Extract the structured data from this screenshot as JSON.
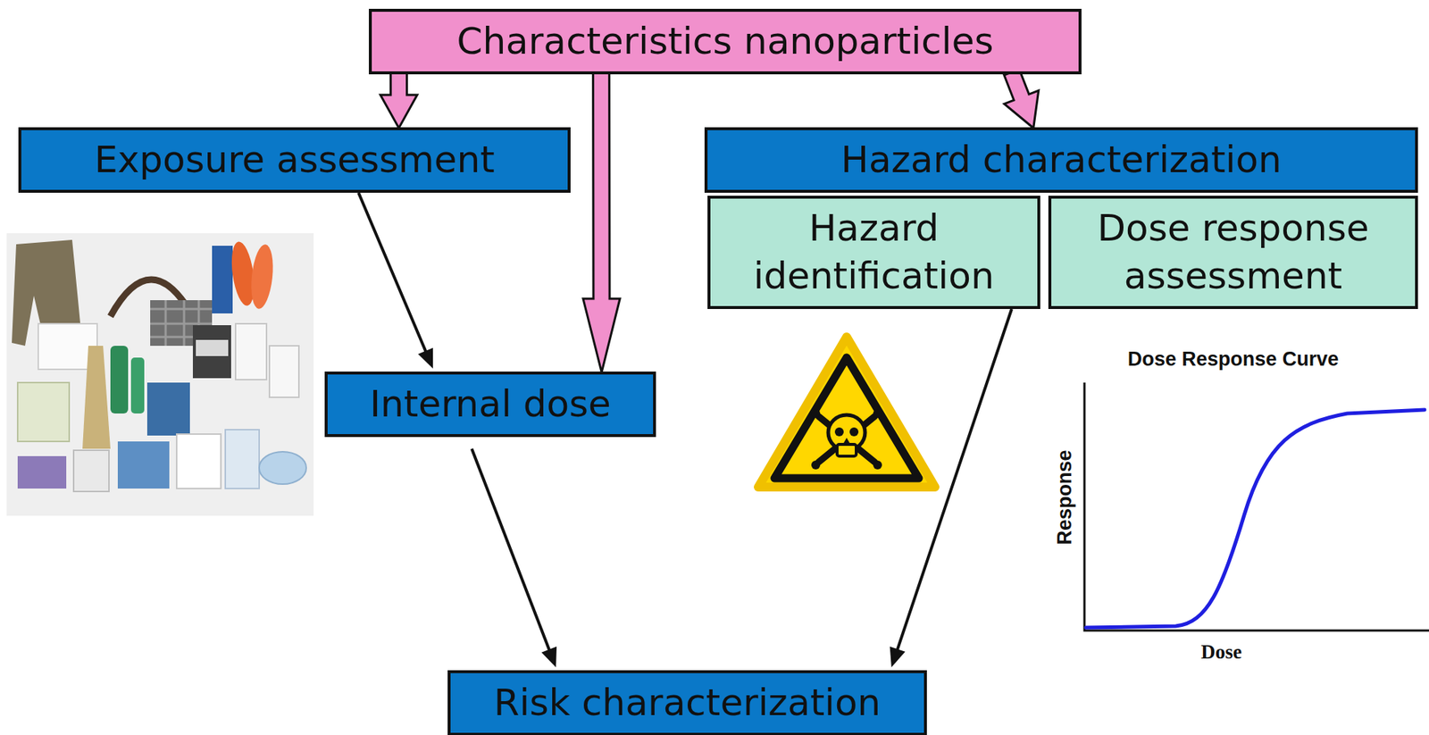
{
  "diagram": {
    "nodes": [
      {
        "text": [
          "Characteristics nanoparticles"
        ]
      },
      {
        "text": [
          "Exposure assessment"
        ]
      },
      {
        "text": [
          "Hazard characterization"
        ]
      },
      {
        "text": [
          "Hazard identification"
        ]
      },
      {
        "text": [
          "Dose response assessment"
        ]
      },
      {
        "text": [
          "Internal dose"
        ]
      },
      {
        "text": [
          "Risk characterization"
        ]
      }
    ],
    "edges": [
      {
        "from": 0,
        "to": 1,
        "arrow": "to"
      },
      {
        "from": 0,
        "to": 5,
        "arrow": "to"
      },
      {
        "from": 0,
        "to": 2,
        "arrow": "to"
      },
      {
        "from": 1,
        "to": 5,
        "arrow": "to"
      },
      {
        "from": 5,
        "to": 6,
        "arrow": "to"
      },
      {
        "from": 3,
        "to": 6,
        "arrow": "to"
      }
    ],
    "labels": [
      "Dose Response Curve",
      "Response",
      "Dose"
    ]
  }
}
